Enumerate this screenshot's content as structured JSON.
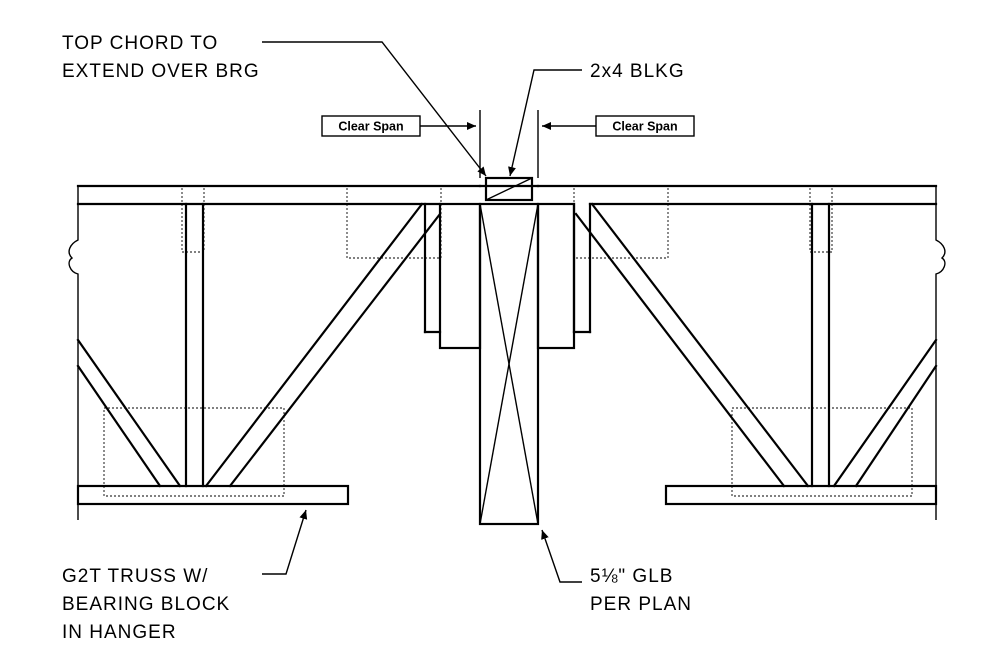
{
  "notes": {
    "top_chord": [
      "TOP CHORD TO",
      "EXTEND OVER BRG"
    ],
    "blocking": "2x4 BLKG",
    "clear_span_left": "Clear Span",
    "clear_span_right": "Clear Span",
    "truss": [
      "G2T TRUSS W/",
      "BEARING BLOCK",
      "IN HANGER"
    ],
    "glb": [
      "5⅛\" GLB",
      "PER PLAN"
    ]
  }
}
